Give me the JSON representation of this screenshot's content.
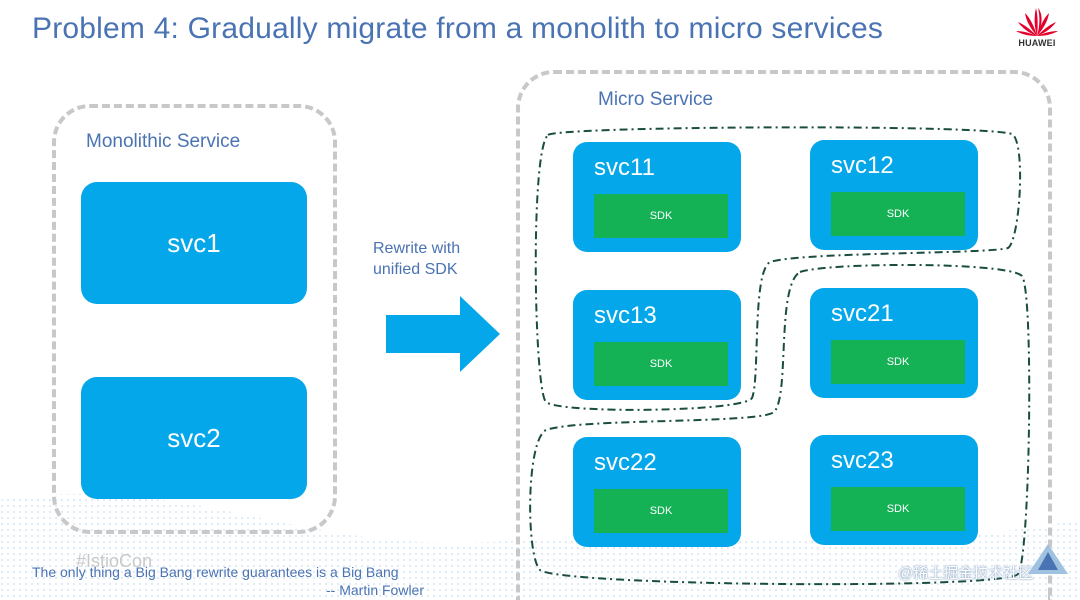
{
  "title": "Problem 4: Gradually migrate from a monolith to micro services",
  "brand": {
    "name": "HUAWEI",
    "color": "#e4002b"
  },
  "colors": {
    "accent_text": "#4a73b3",
    "service_blue": "#04a7e9",
    "sdk_green": "#14b155",
    "dashed_border": "#c8c8c8",
    "group_outline": "#1a4d40"
  },
  "monolith": {
    "label": "Monolithic Service",
    "services": [
      "svc1",
      "svc2"
    ]
  },
  "transition": {
    "label_line1": "Rewrite with",
    "label_line2": "unified SDK",
    "icon": "right-arrow-icon"
  },
  "micro": {
    "label": "Micro Service",
    "sdk_label": "SDK",
    "services": [
      "svc11",
      "svc12",
      "svc13",
      "svc21",
      "svc22",
      "svc23"
    ]
  },
  "footer": {
    "hashtag": "#IstioCon",
    "quote": "The only thing a Big Bang rewrite guarantees is a Big Bang",
    "author": "-- Martin Fowler",
    "watermark": "@稀土掘金技术社区"
  }
}
